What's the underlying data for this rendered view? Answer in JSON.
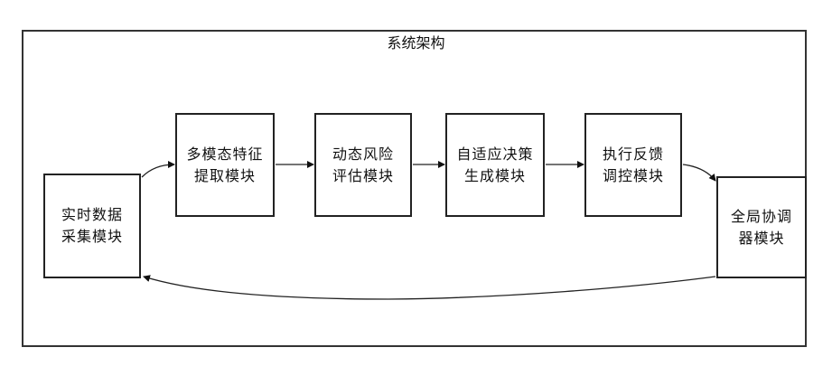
{
  "diagram": {
    "title": "系统架构",
    "nodes": [
      {
        "id": "n0",
        "label": "实时数据\n采集模块"
      },
      {
        "id": "n1",
        "label": "多模态特征\n提取模块"
      },
      {
        "id": "n2",
        "label": "动态风险\n评估模块"
      },
      {
        "id": "n3",
        "label": "自适应决策\n生成模块"
      },
      {
        "id": "n4",
        "label": "执行反馈\n调控模块"
      },
      {
        "id": "n5",
        "label": "全局协调\n器模块"
      }
    ],
    "edges": [
      {
        "from": "n0",
        "to": "n1"
      },
      {
        "from": "n1",
        "to": "n2"
      },
      {
        "from": "n2",
        "to": "n3"
      },
      {
        "from": "n3",
        "to": "n4"
      },
      {
        "from": "n4",
        "to": "n5"
      },
      {
        "from": "n5",
        "to": "n0"
      }
    ]
  }
}
